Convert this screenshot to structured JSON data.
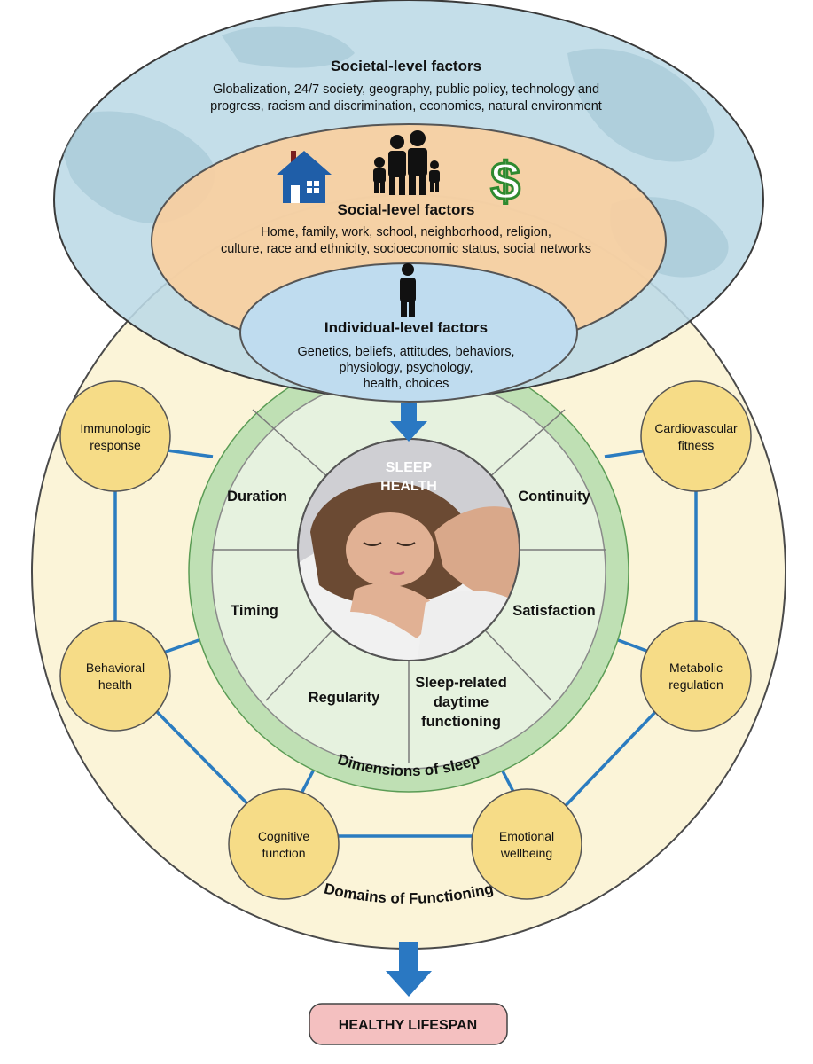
{
  "societal": {
    "title": "Societal-level factors",
    "lines": [
      "Globalization, 24/7 society, geography, public policy, technology and",
      "progress, racism and discrimination, economics, natural environment"
    ]
  },
  "social": {
    "title": "Social-level factors",
    "lines": [
      "Home, family, work, school, neighborhood, religion,",
      "culture, race and ethnicity, socioeconomic status, social networks"
    ],
    "icons": [
      "house-icon",
      "family-icon",
      "dollar-icon"
    ],
    "dollar_symbol": "$"
  },
  "individual": {
    "title": "Individual-level factors",
    "lines": [
      "Genetics, beliefs, attitudes, behaviors,",
      "physiology, psychology,",
      "health, choices"
    ],
    "icons": [
      "person-icon"
    ]
  },
  "sleep_health": {
    "lines": [
      "SLEEP",
      "HEALTH"
    ]
  },
  "dimensions": {
    "ring_label": "Dimensions of sleep",
    "items": {
      "duration": [
        "Duration"
      ],
      "continuity": [
        "Continuity"
      ],
      "timing": [
        "Timing"
      ],
      "satisfaction": [
        "Satisfaction"
      ],
      "regularity": [
        "Regularity"
      ],
      "daytime": [
        "Sleep-related",
        "daytime",
        "functioning"
      ]
    }
  },
  "domains": {
    "ring_label": "Domains of Functioning",
    "items": {
      "immunologic": [
        "Immunologic",
        "response"
      ],
      "cardiovascular": [
        "Cardiovascular",
        "fitness"
      ],
      "behavioral": [
        "Behavioral",
        "health"
      ],
      "metabolic": [
        "Metabolic",
        "regulation"
      ],
      "cognitive": [
        "Cognitive",
        "function"
      ],
      "emotional": [
        "Emotional",
        "wellbeing"
      ]
    }
  },
  "outcome": {
    "label": "HEALTHY LIFESPAN"
  },
  "colors": {
    "outer_ring": "#fbf4d8",
    "green_ring": "#bfe0b4",
    "dimension_fill": "#e6f2df",
    "globe": "#bcd9e6",
    "social": "#f8cfa0",
    "individual": "#bfdcef",
    "domain_node": "#f6dc87",
    "connector": "#2b7cc0",
    "arrow": "#2a78c2",
    "lifespan": "#f4c0c0"
  }
}
